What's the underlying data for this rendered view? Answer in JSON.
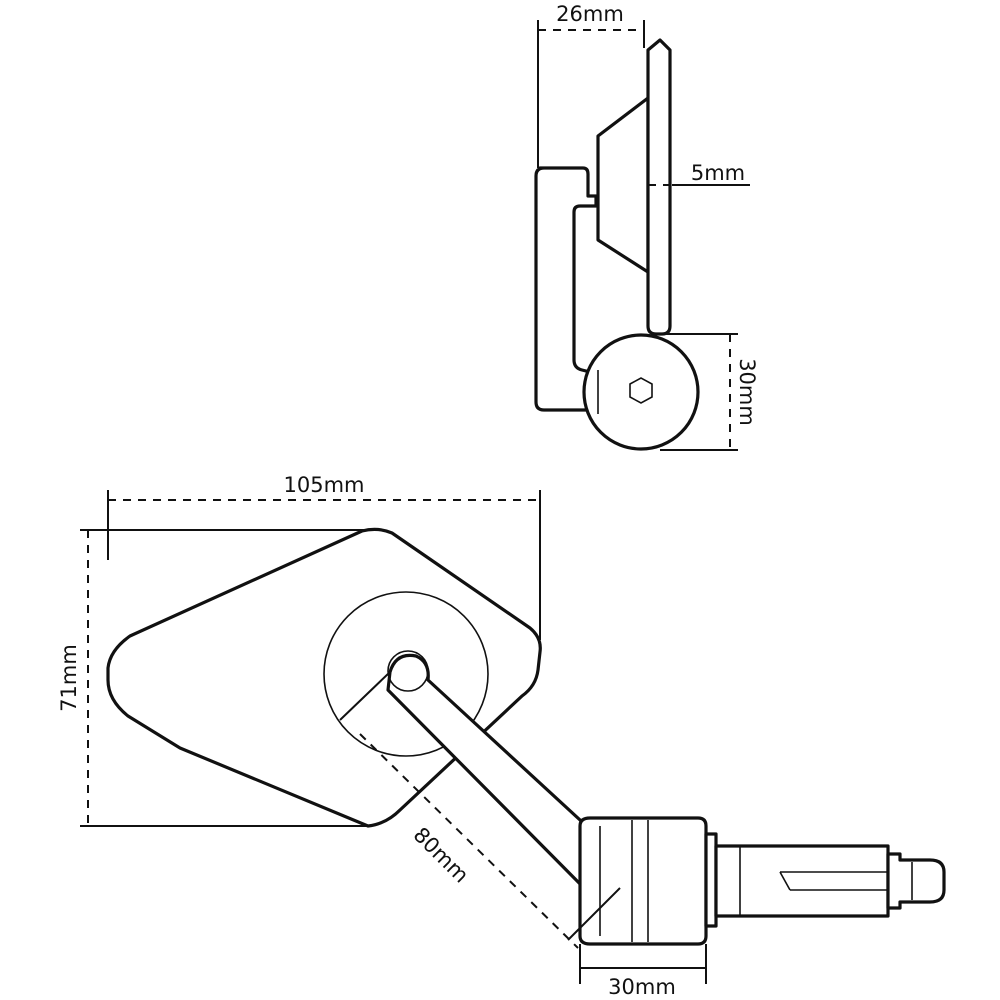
{
  "side_view": {
    "depth_label": "26mm",
    "plate_label": "5mm",
    "clamp_label": "30mm"
  },
  "front_view": {
    "width_label": "105mm",
    "height_label": "71mm",
    "arm_label": "80mm",
    "clamp_label": "30mm"
  }
}
